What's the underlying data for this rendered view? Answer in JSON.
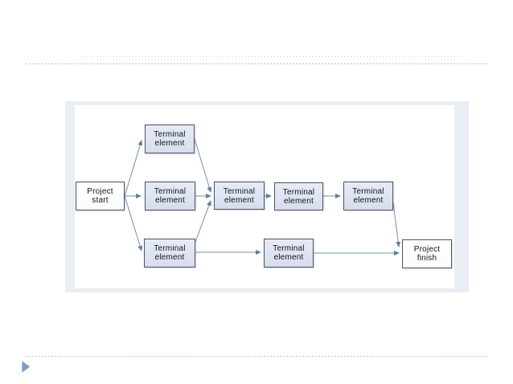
{
  "slide": {
    "type": "presentation-slide-flowchart",
    "title_text": "",
    "bullet_icon": "play-triangle"
  },
  "colors": {
    "panel_bg": "#e9edf4",
    "canvas_bg": "#ffffff",
    "terminal_fill_top": "#e6ebf6",
    "terminal_fill_bottom": "#d6deee",
    "endpoint_fill_top": "#ffffff",
    "endpoint_fill_bottom": "#fbfcfe",
    "box_border": "#4d555e",
    "arrow_line": "#7090b6",
    "arrow_head": "#5a7fa8",
    "rule_color": "#b4c2d9",
    "rule_faint_color": "#e4e6ea",
    "rule_bottom_color": "#bfc7d4",
    "bullet_color": "#7e9dc4",
    "text_color": "#141414"
  },
  "diagram": {
    "kind": "activity-network-flowchart",
    "nodes": [
      {
        "id": "start",
        "label": "Project\nstart"
      },
      {
        "id": "terminal-top",
        "label": "Terminal\nelement"
      },
      {
        "id": "terminal-mid-1",
        "label": "Terminal\nelement"
      },
      {
        "id": "terminal-bottom",
        "label": "Terminal\nelement"
      },
      {
        "id": "terminal-mid-2",
        "label": "Terminal\nelement"
      },
      {
        "id": "terminal-mid-3",
        "label": "Terminal\nelement"
      },
      {
        "id": "terminal-mid-4",
        "label": "Terminal\nelement"
      },
      {
        "id": "terminal-bottom-2",
        "label": "Terminal\nelement"
      },
      {
        "id": "finish",
        "label": "Project\nfinish"
      }
    ],
    "connections": [
      {
        "from": "start",
        "to": "terminal-top"
      },
      {
        "from": "start",
        "to": "terminal-mid-1"
      },
      {
        "from": "start",
        "to": "terminal-bottom"
      },
      {
        "from": "terminal-top",
        "to": "terminal-mid-2"
      },
      {
        "from": "terminal-mid-1",
        "to": "terminal-mid-2"
      },
      {
        "from": "terminal-bottom",
        "to": "terminal-mid-2"
      },
      {
        "from": "terminal-mid-2",
        "to": "terminal-mid-3"
      },
      {
        "from": "terminal-mid-3",
        "to": "terminal-mid-4"
      },
      {
        "from": "terminal-mid-4",
        "to": "finish"
      },
      {
        "from": "terminal-bottom",
        "to": "terminal-bottom-2"
      },
      {
        "from": "terminal-bottom-2",
        "to": "finish"
      }
    ]
  }
}
